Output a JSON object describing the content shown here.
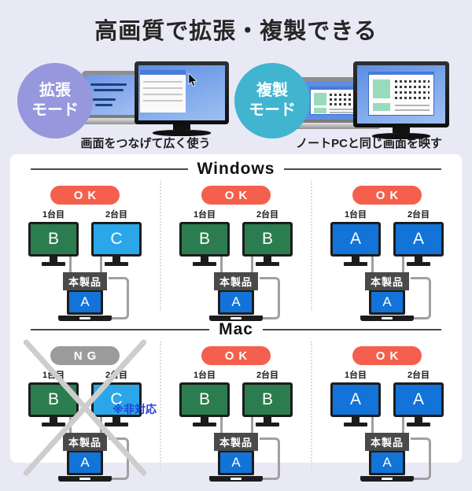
{
  "title": "高画質で拡張・複製できる",
  "modes": [
    {
      "line1": "拡張",
      "line2": "モード",
      "caption": "画面をつなげて広く使う",
      "circle_color": "#9697dc"
    },
    {
      "line1": "複製",
      "line2": "モード",
      "caption": "ノートPCと同じ画面を映す",
      "circle_color": "#41b4d0"
    }
  ],
  "sections": [
    {
      "os": "Windows",
      "columns": [
        {
          "badge": "OK",
          "badge_color": "#f4604d",
          "product_label": "本製品",
          "laptop_letter": "A",
          "monitors": [
            {
              "label": "1台目",
              "letter": "B",
              "color": "#2b7d4f"
            },
            {
              "label": "2台目",
              "letter": "C",
              "color": "#29a7e8"
            }
          ]
        },
        {
          "badge": "OK",
          "badge_color": "#f4604d",
          "product_label": "本製品",
          "laptop_letter": "A",
          "monitors": [
            {
              "label": "1台目",
              "letter": "B",
              "color": "#2b7d4f"
            },
            {
              "label": "2台目",
              "letter": "B",
              "color": "#2b7d4f"
            }
          ]
        },
        {
          "badge": "OK",
          "badge_color": "#f4604d",
          "product_label": "本製品",
          "laptop_letter": "A",
          "monitors": [
            {
              "label": "1台目",
              "letter": "A",
              "color": "#1273d8"
            },
            {
              "label": "2台目",
              "letter": "A",
              "color": "#1273d8"
            }
          ]
        }
      ]
    },
    {
      "os": "Mac",
      "columns": [
        {
          "badge": "NG",
          "badge_color": "#9b9b9b",
          "product_label": "本製品",
          "laptop_letter": "A",
          "note": "※非対応",
          "monitors": [
            {
              "label": "1台目",
              "letter": "B",
              "color": "#2b7d4f"
            },
            {
              "label": "2台目",
              "letter": "C",
              "color": "#29a7e8"
            }
          ]
        },
        {
          "badge": "OK",
          "badge_color": "#f4604d",
          "product_label": "本製品",
          "laptop_letter": "A",
          "monitors": [
            {
              "label": "1台目",
              "letter": "B",
              "color": "#2b7d4f"
            },
            {
              "label": "2台目",
              "letter": "B",
              "color": "#2b7d4f"
            }
          ]
        },
        {
          "badge": "OK",
          "badge_color": "#f4604d",
          "product_label": "本製品",
          "laptop_letter": "A",
          "monitors": [
            {
              "label": "1台目",
              "letter": "A",
              "color": "#1273d8"
            },
            {
              "label": "2台目",
              "letter": "A",
              "color": "#1273d8"
            }
          ]
        }
      ]
    }
  ],
  "laptop_screen_color": "#1273d8",
  "colors": {
    "background": "#e9e9f6",
    "panel": "#ffffff",
    "ok_badge": "#f4604d",
    "ng_badge": "#9b9b9b",
    "monitor_green": "#2b7d4f",
    "monitor_lightblue": "#29a7e8",
    "monitor_blue": "#1273d8",
    "note_blue": "#2141d6",
    "cross_gray": "#cdcdcd"
  }
}
